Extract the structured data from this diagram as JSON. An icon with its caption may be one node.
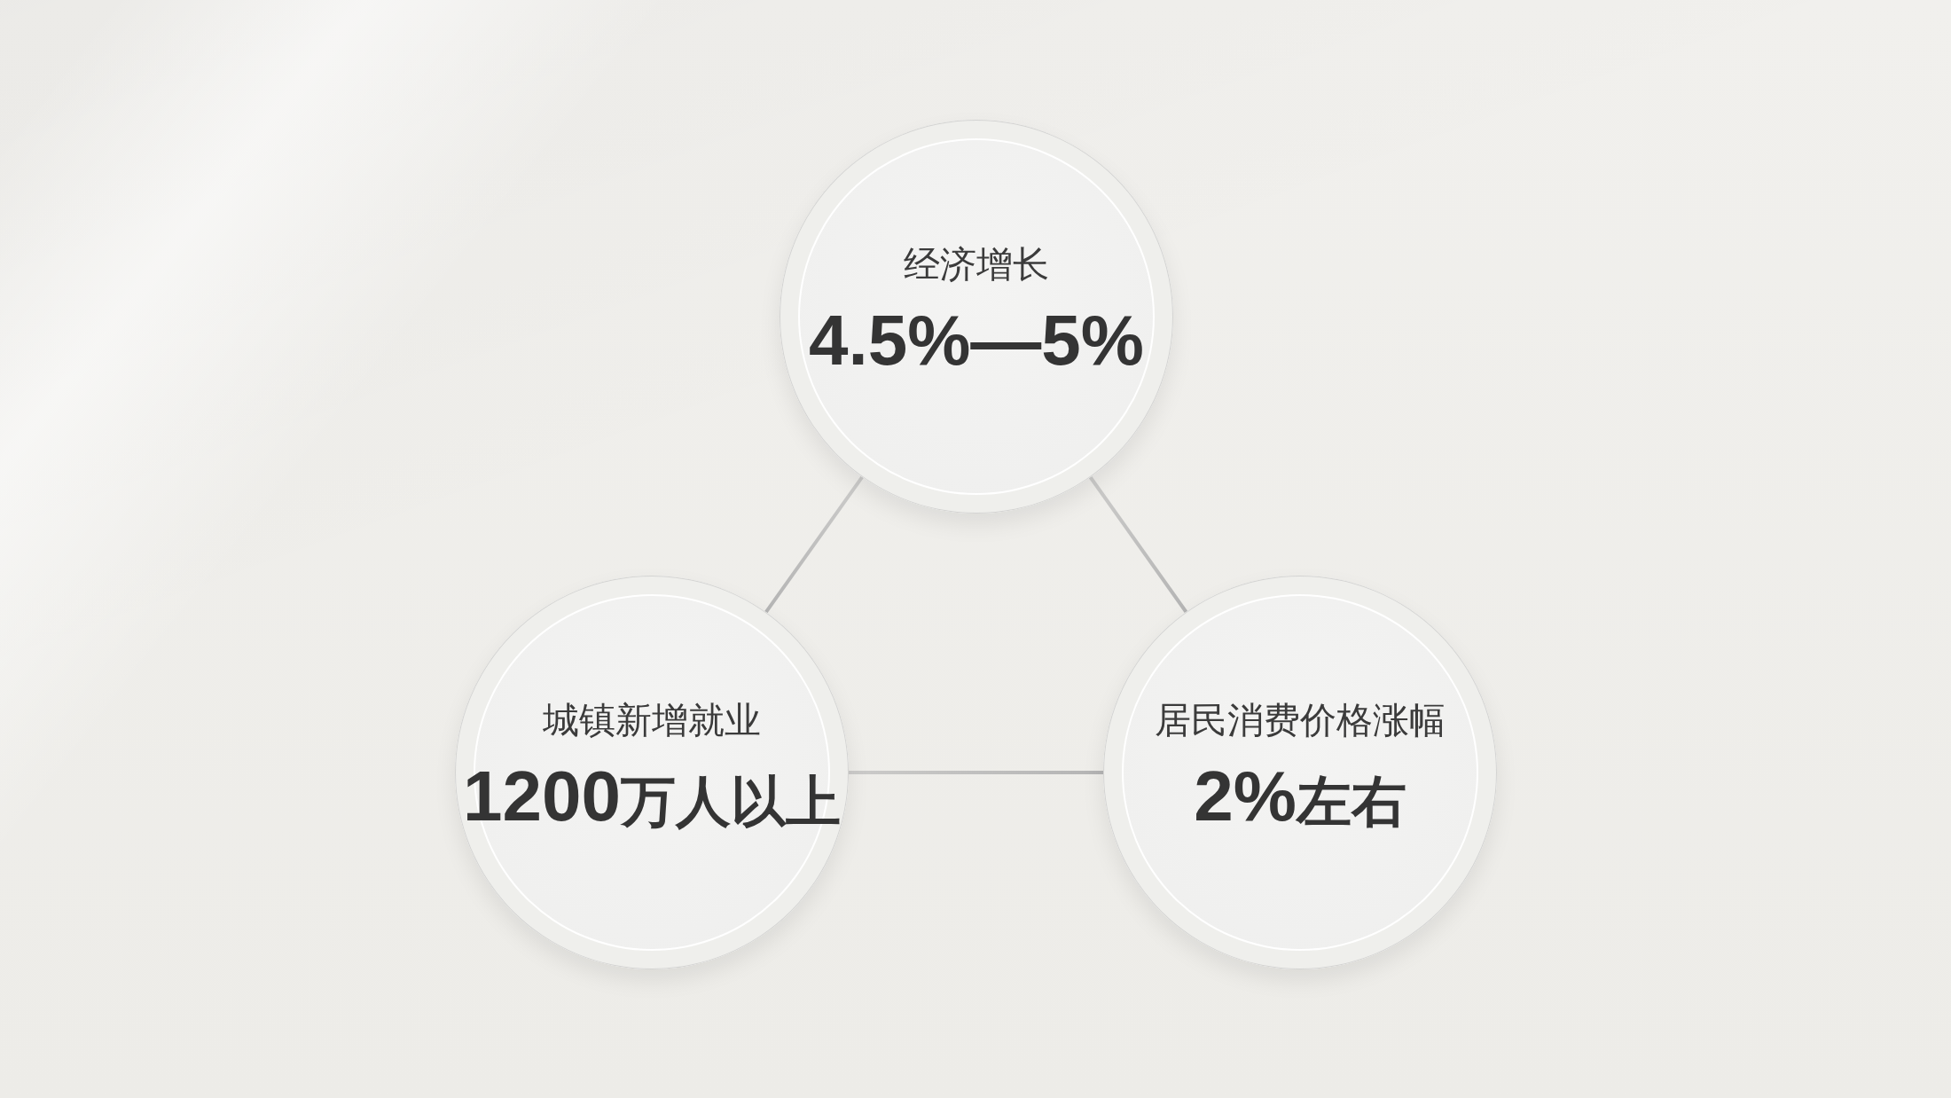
{
  "diagram": {
    "nodes": [
      {
        "text": [
          "经济增长",
          "4.5%—5%"
        ]
      },
      {
        "text": [
          "城镇新增就业",
          "1200万人以上"
        ]
      },
      {
        "text": [
          "居民消费价格涨幅",
          "2%左右"
        ]
      }
    ],
    "edges": [
      {
        "from": 0,
        "to": 1,
        "arrow": "none"
      },
      {
        "from": 0,
        "to": 2,
        "arrow": "none"
      },
      {
        "from": 1,
        "to": 2,
        "arrow": "none"
      }
    ]
  }
}
